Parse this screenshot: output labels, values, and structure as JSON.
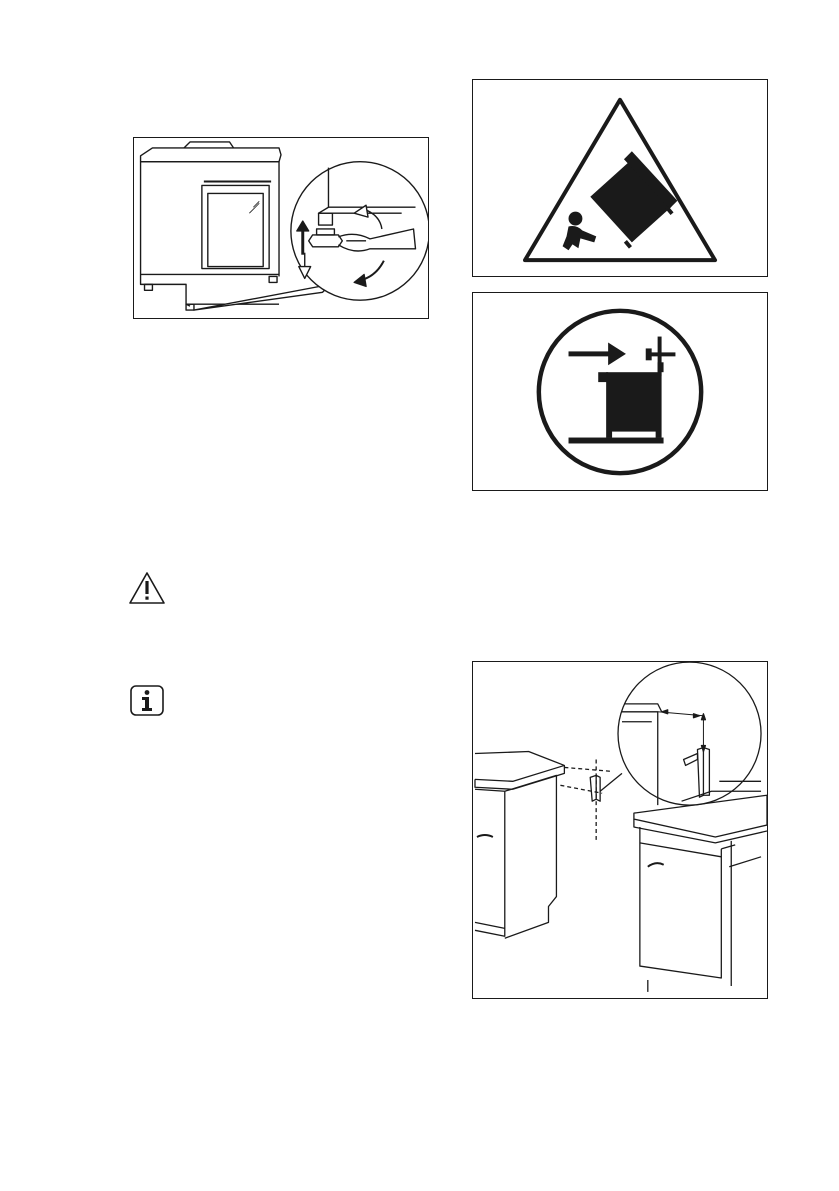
{
  "page": {
    "background": "#ffffff",
    "line_color": "#1a1a1a"
  },
  "figures": {
    "leveling_feet": {
      "icon": "cooker-adjustable-foot-wrench-illustration"
    },
    "tip_hazard": {
      "icon": "child-tipping-cooker-warning-triangle"
    },
    "anti_tilt_bracket": {
      "icon": "cooker-against-wall-bracket-circle"
    },
    "bracket_install": {
      "icon": "anti-tilt-bracket-between-cabinets-illustration"
    }
  },
  "icons": {
    "warning": "warning-triangle-icon",
    "information": "information-icon"
  }
}
